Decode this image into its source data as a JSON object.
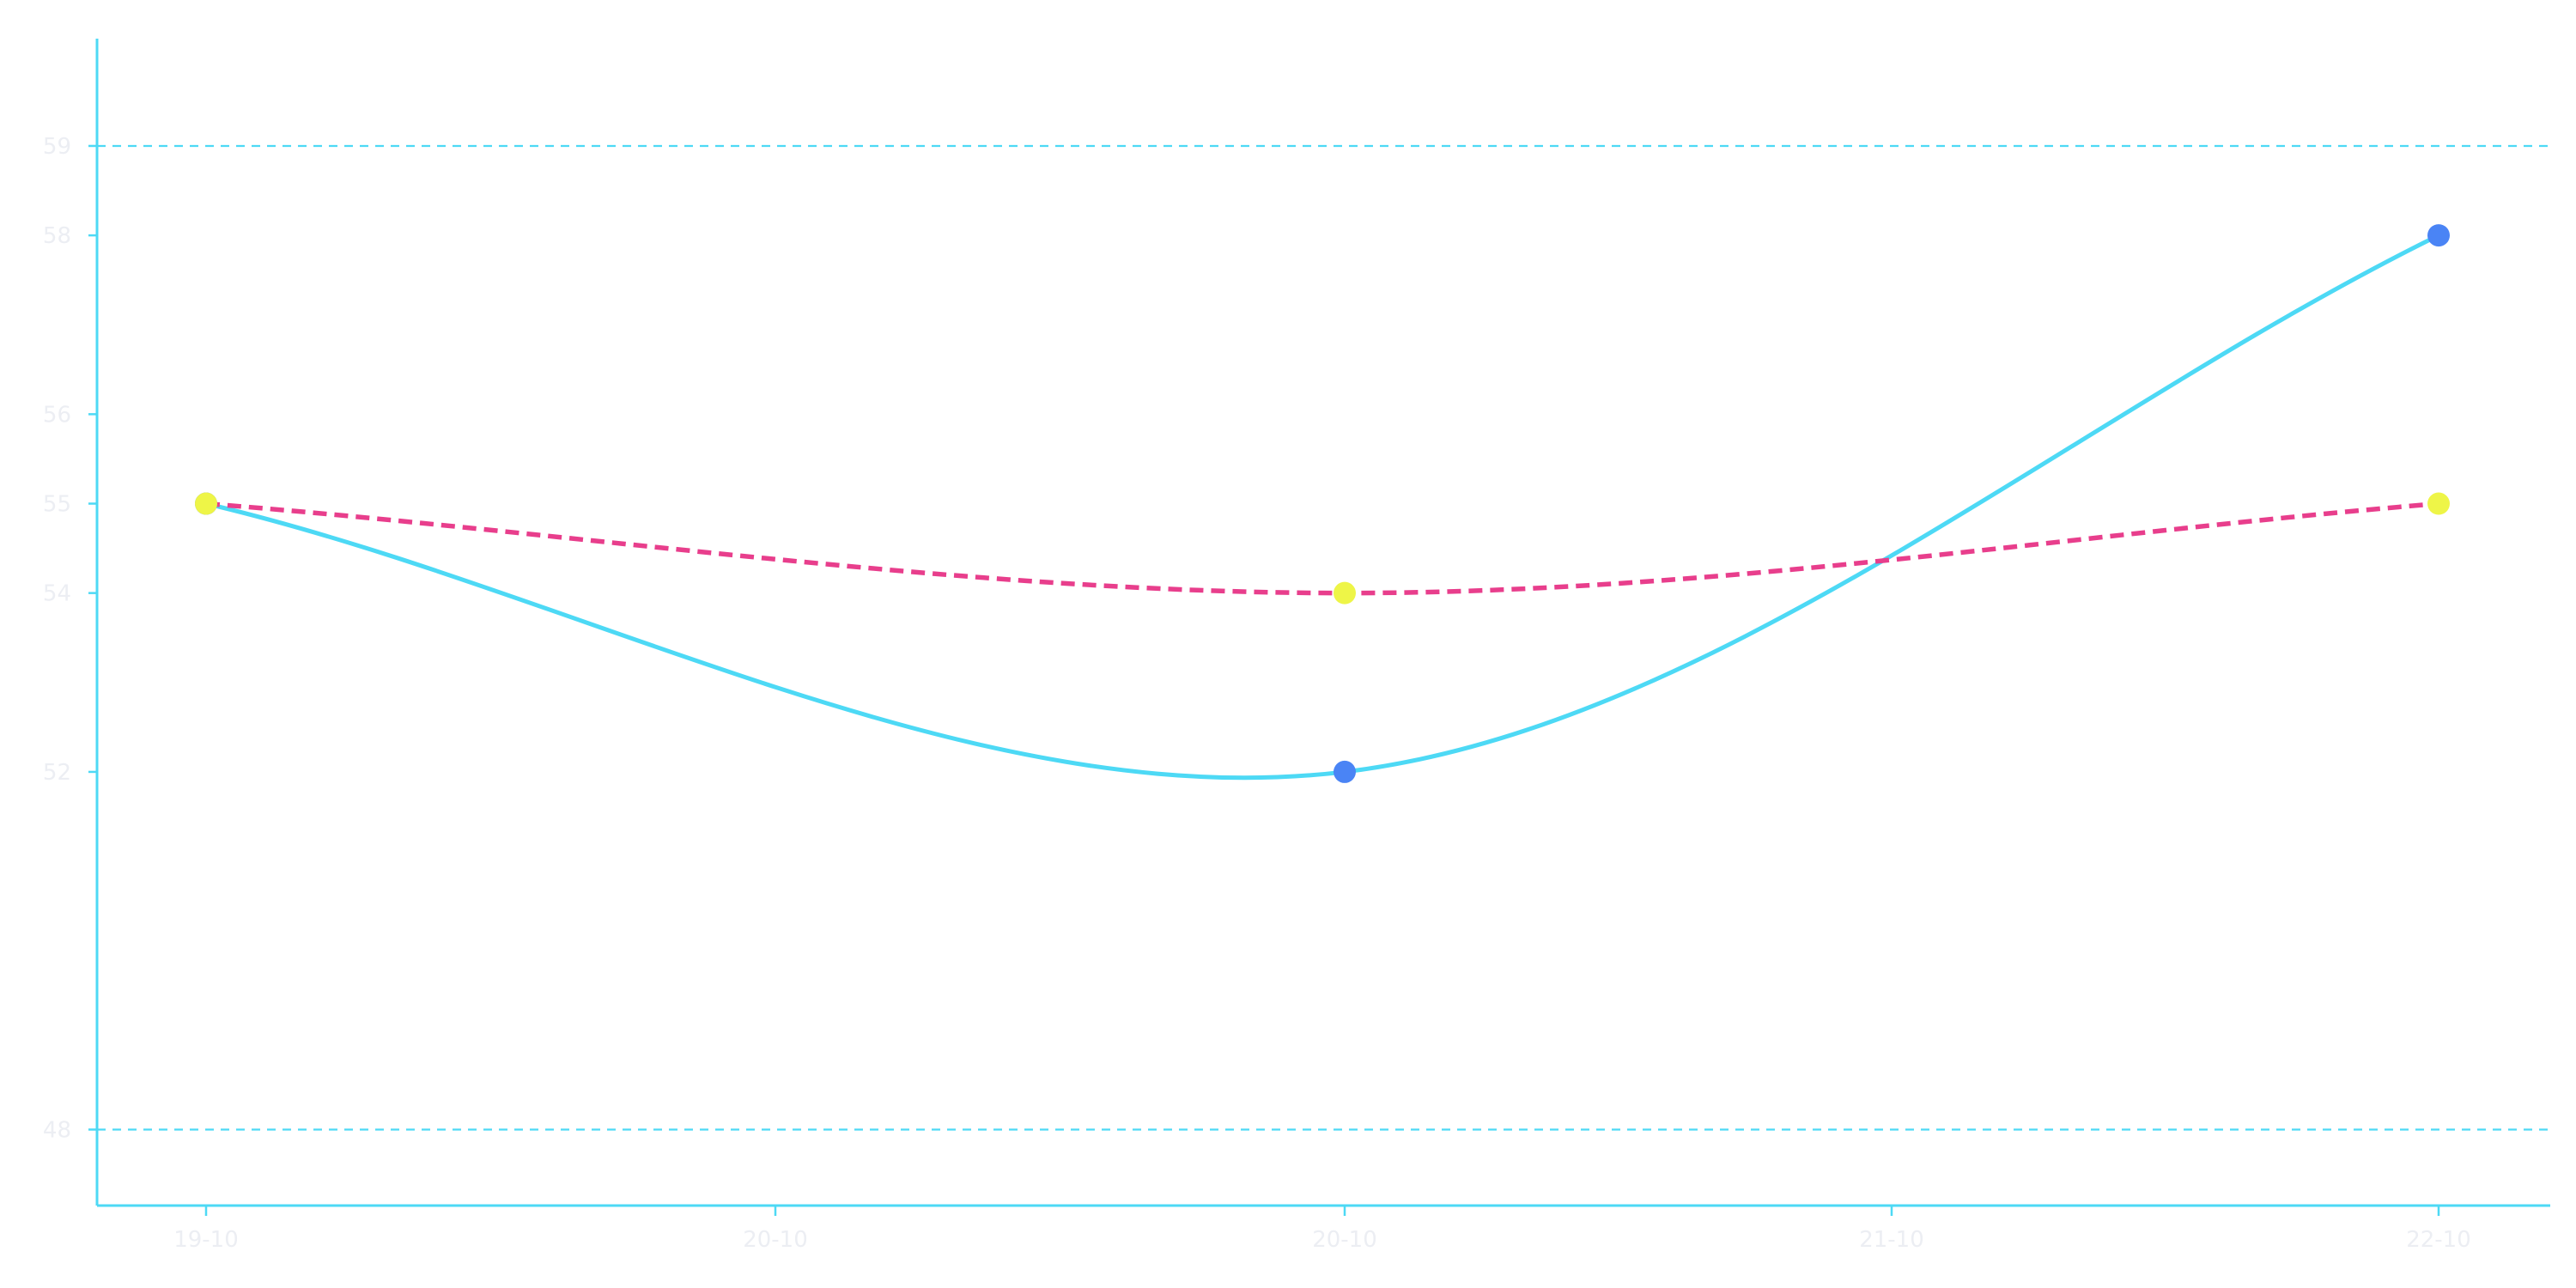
{
  "chart_data": {
    "type": "line",
    "title": "",
    "xlabel": "",
    "ylabel": "",
    "x_ticks": [
      "19-10",
      "20-10",
      "20-10",
      "21-10",
      "22-10"
    ],
    "y_ticks": [
      48,
      52,
      54,
      55,
      56,
      58,
      59
    ],
    "ylim": [
      47.15,
      60.2
    ],
    "reference_lines": [
      59,
      48
    ],
    "legend": "none",
    "series": [
      {
        "x": [
          "19-10",
          "20-10",
          "22-10"
        ],
        "values": [
          55,
          52,
          58
        ],
        "line_style": "solid",
        "line_color": "#4dd9f5",
        "marker_color": "#4a84f5"
      },
      {
        "x": [
          "19-10",
          "20-10",
          "22-10"
        ],
        "values": [
          55,
          54,
          55
        ],
        "line_style": "dashed",
        "line_color": "#e83e8c",
        "marker_color": "#eef547"
      }
    ],
    "colors": {
      "axis": "#4dd9f5",
      "reference_line": "#4dd9f5",
      "tick_label": "#eceef3"
    }
  }
}
